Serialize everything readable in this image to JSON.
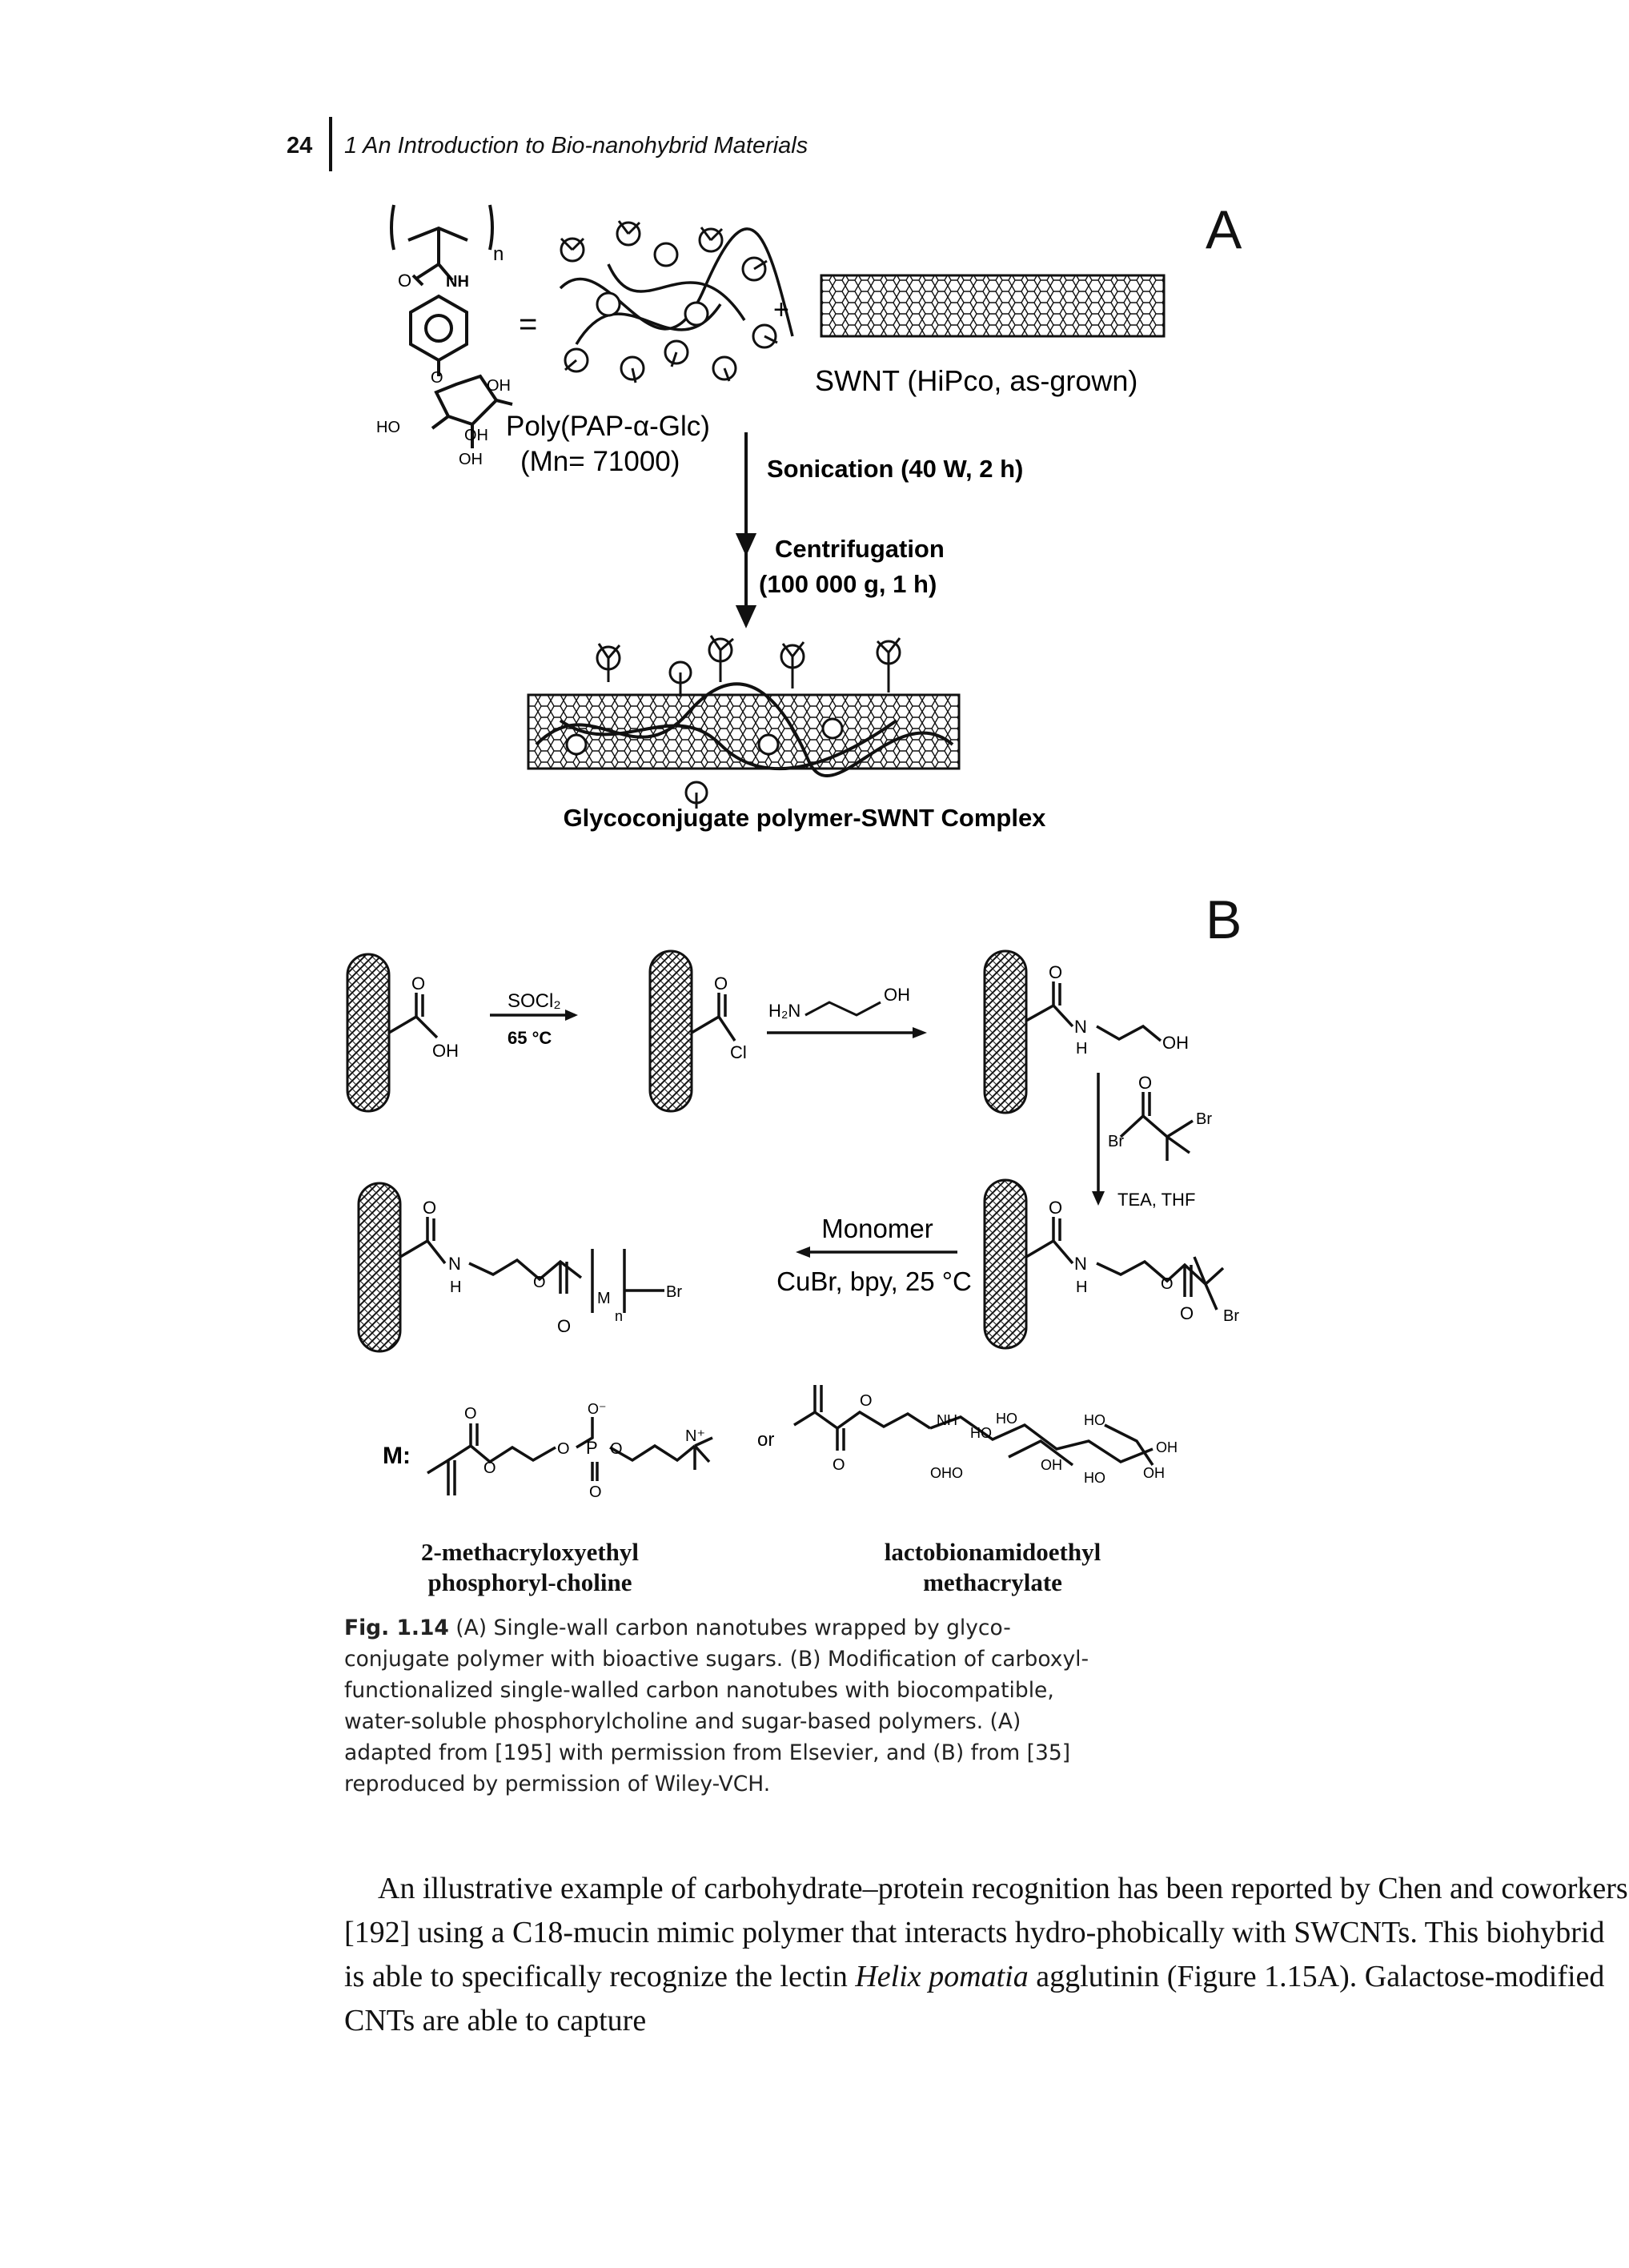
{
  "header": {
    "page_number": "24",
    "running_title": "1 An Introduction to Bio-nanohybrid Materials"
  },
  "panel_a": {
    "letter": "A",
    "equals_sign": "=",
    "plus_sign": "+",
    "polymer_name": "Poly(PAP-α-Glc)",
    "polymer_mn": "(Mn= 71000)",
    "swnt_label": "SWNT (HiPco, as-grown)",
    "step1": "Sonication (40 W, 2 h)",
    "step2_line1": "Centrifugation",
    "step2_line2": "(100 000 g, 1 h)",
    "product_label": "Glycoconjugate polymer-SWNT Complex",
    "repeat_n": "n",
    "nh_label": "NH",
    "o_label": "O",
    "oh_label": "OH",
    "ho_label": "HO"
  },
  "panel_b": {
    "letter": "B",
    "reagent1_top": "SOCl₂",
    "reagent1_bottom": "65 °C",
    "reagent2": "H₂N⁀⁀OH",
    "reagent3_line1": "TEA, THF",
    "reagent4_top": "Monomer",
    "reagent4_bottom": "CuBr, bpy, 25 °C",
    "m_label": "M:",
    "or_label": "or",
    "monomer1_line1": "2-methacryloxyethyl",
    "monomer1_line2": "phosphoryl-choline",
    "monomer2_line1": "lactobionamidoethyl",
    "monomer2_line2": "methacrylate",
    "atom_o": "O",
    "atom_oh": "OH",
    "atom_cl": "Cl",
    "atom_br": "Br",
    "atom_n": "N",
    "atom_h": "H",
    "atom_m": "M",
    "atom_p": "P",
    "atom_ho": "HO",
    "atom_nh": "NH",
    "atom_n_plus": "N⁺",
    "atom_o_minus": "O⁻",
    "repeat_n": "n"
  },
  "caption": {
    "label": "Fig. 1.14",
    "text": "(A) Single-wall carbon nanotubes wrapped by glyco-conjugate polymer with bioactive sugars. (B) Modification of carboxyl-functionalized single-walled carbon nanotubes with biocompatible, water-soluble phosphorylcholine and sugar-based polymers. (A) adapted from [195] with permission from Elsevier, and (B) from [35] reproduced by permission of Wiley-VCH."
  },
  "body": {
    "text_before": "An illustrative example of carbohydrate–protein recognition has been reported by Chen and coworkers [192] using a C18-mucin mimic polymer that interacts hydro-phobically with SWCNTs. This biohybrid is able to specifically recognize the lectin ",
    "italic": "Helix pomatia",
    "text_after": " agglutinin (Figure 1.15A). Galactose-modified CNTs are able to capture"
  }
}
